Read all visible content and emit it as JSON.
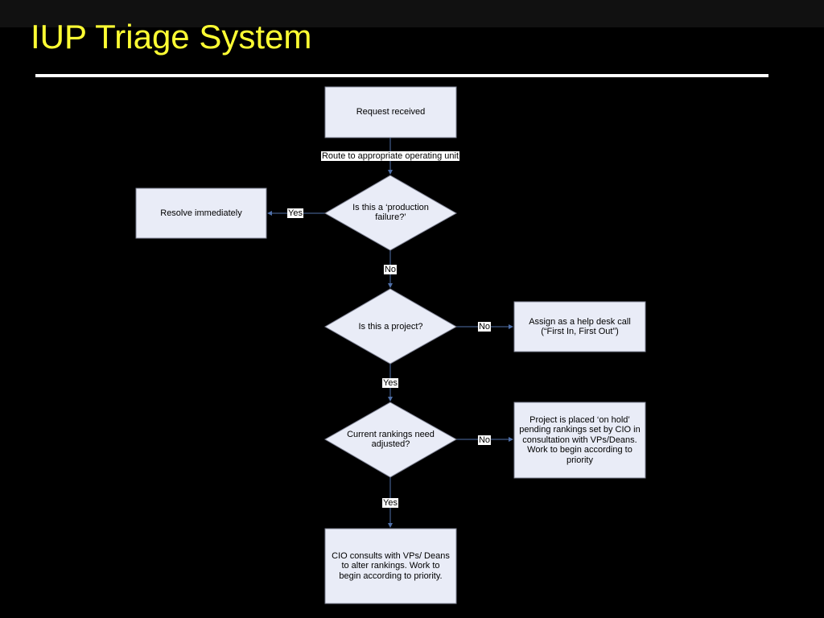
{
  "slide": {
    "title": "IUP Triage System"
  },
  "colors": {
    "background": "#000000",
    "title": "#ffff33",
    "rule": "#ffffff",
    "node_fill": "#e9ecf7",
    "node_stroke": "#7f8394",
    "connector": "#4f6fa8"
  },
  "flowchart": {
    "nodes": {
      "request_received": "Request received",
      "production_failure_question": "Is this a ‘production failure?’",
      "resolve_immediately": "Resolve immediately",
      "project_question": "Is this a project?",
      "help_desk_call": "Assign as a help desk call (“First In, First Out”)",
      "rankings_question": "Current rankings need adjusted?",
      "on_hold": "Project is placed ‘on hold’ pending rankings set by CIO in consultation with VPs/Deans. Work to begin according to priority",
      "cio_consults": "CIO consults with VPs/ Deans to alter rankings. Work to begin according to priority."
    },
    "edges": {
      "route": "Route to appropriate operating unit",
      "production_yes": "Yes",
      "production_no": "No",
      "project_no": "No",
      "project_yes": "Yes",
      "rankings_no": "No",
      "rankings_yes": "Yes"
    }
  }
}
